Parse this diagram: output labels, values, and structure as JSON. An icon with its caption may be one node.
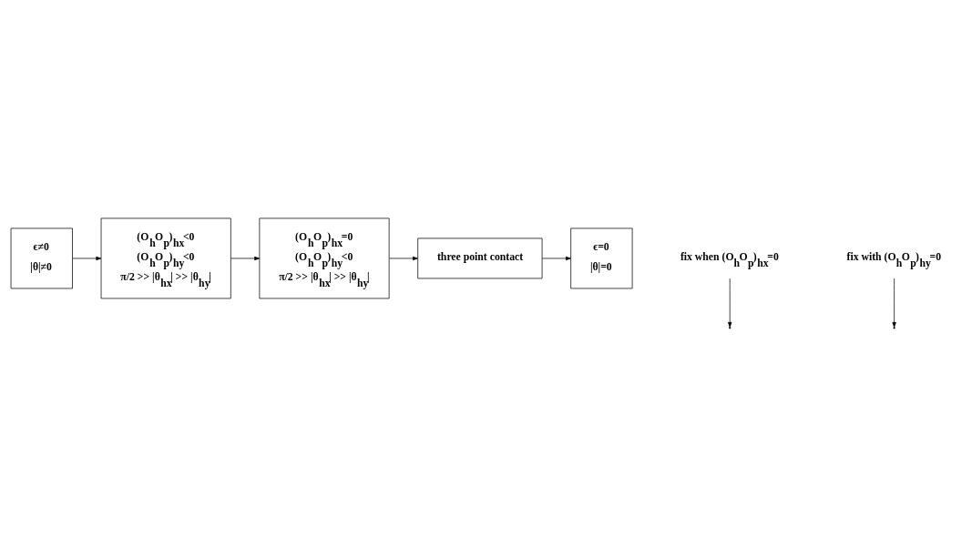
{
  "diagram": {
    "nodes": [
      {
        "text": [
          "ϵ≠0",
          "|θ|≠0"
        ]
      },
      {
        "text": [
          "(O$_{h}$O$_{p}$)$_{hx}$<0",
          "(O$_{h}$O$_{p}$)$_{hy}$<0",
          "π/2 >> |θ$_{hx}$| >> |θ$_{hy}$|"
        ]
      },
      {
        "text": [
          "(O$_{h}$O$_{p}$)$_{hx}$=0",
          "(O$_{h}$O$_{p}$)$_{hy}$<0",
          "π/2 >> |θ$_{hx}$| >> |θ$_{hy}$|"
        ]
      },
      {
        "text": [
          "three point contact"
        ]
      },
      {
        "text": [
          "ϵ=0",
          "|θ|=0"
        ]
      },
      {
        "text": [
          "fix when (O$_{h}$O$_{p}$)$_{hx}$=0"
        ]
      },
      {
        "text": [
          "fix with (O$_{h}$O$_{p}$)$_{hy}$=0"
        ]
      }
    ],
    "edges": [
      {
        "from": 0,
        "to": 1,
        "arrow": "to"
      },
      {
        "from": 1,
        "to": 2,
        "arrow": "to"
      },
      {
        "from": 2,
        "to": 3,
        "arrow": "to"
      },
      {
        "from": 3,
        "to": 4,
        "arrow": "to"
      },
      {
        "from": 5,
        "to": null,
        "arrow": "to"
      },
      {
        "from": 6,
        "to": null,
        "arrow": "to"
      }
    ]
  }
}
